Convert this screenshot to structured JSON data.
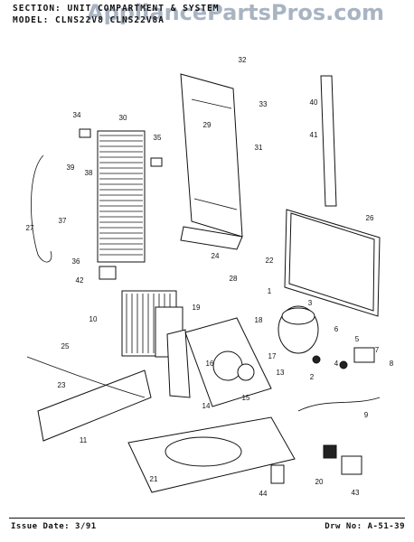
{
  "header": {
    "line1": "SECTION:  UNIT COMPARTMENT & SYSTEM",
    "line2": "MODEL:  CLNS22V8  CLNS22V8A"
  },
  "watermark": "AppliancePartsPros.com",
  "footer": {
    "issue": "Issue Date: 3/91",
    "drawing": "Drw No: A-51-39"
  },
  "callouts": [
    "1",
    "2",
    "3",
    "4",
    "5",
    "6",
    "7",
    "8",
    "9",
    "10",
    "11",
    "13",
    "14",
    "15",
    "16",
    "17",
    "18",
    "19",
    "20",
    "21",
    "22",
    "23",
    "24",
    "25",
    "26",
    "27",
    "28",
    "29",
    "30",
    "31",
    "32",
    "33",
    "34",
    "35",
    "36",
    "37",
    "38",
    "39",
    "40",
    "41",
    "42",
    "43",
    "44"
  ]
}
